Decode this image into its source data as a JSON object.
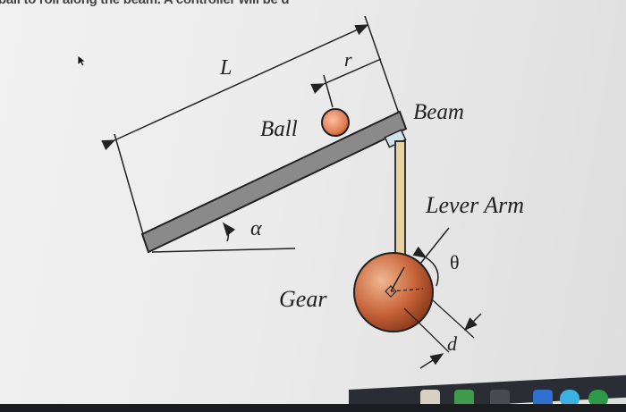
{
  "top_text": "ball to roll along the beam. A controller will be d",
  "diagram": {
    "length_label": "L",
    "r_label": "r",
    "ball_label": "Ball",
    "beam_label": "Beam",
    "lever_arm_label": "Lever Arm",
    "alpha_label": "α",
    "theta_label": "θ",
    "gear_label": "Gear",
    "d_label": "d"
  },
  "colors": {
    "beam_fill": "#8a8a8a",
    "ball_fill": "#e07a50",
    "gear_fill": "#c8643a",
    "lever_fill": "#e8d2a0"
  },
  "icons": [
    "mouse-pointer-icon",
    "dock-app-icons"
  ]
}
